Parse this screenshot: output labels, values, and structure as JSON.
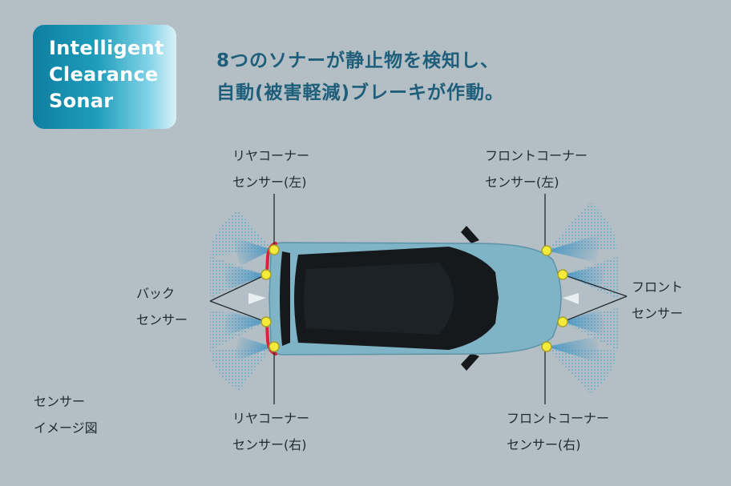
{
  "badge": {
    "line1": "Intelligent",
    "line2": "Clearance",
    "line3": "Sonar"
  },
  "headline": {
    "line1": "8つのソナーが静止物を検知し、",
    "line2": "自動(被害軽減)ブレーキが作動。"
  },
  "labels": {
    "rear_corner_left": {
      "line1": "リヤコーナー",
      "line2": "センサー(左)"
    },
    "front_corner_left": {
      "line1": "フロントコーナー",
      "line2": "センサー(左)"
    },
    "back_sensor": {
      "line1": "バック",
      "line2": "センサー"
    },
    "front_sensor": {
      "line1": "フロント",
      "line2": "センサー"
    },
    "rear_corner_right": {
      "line1": "リヤコーナー",
      "line2": "センサー(右)"
    },
    "front_corner_right": {
      "line1": "フロントコーナー",
      "line2": "センサー(右)"
    },
    "legend": {
      "line1": "センサー",
      "line2": "イメージ図"
    }
  },
  "colors": {
    "background": "#b3bfc5",
    "car_body": "#7fb4c7",
    "car_glass": "#15191c",
    "sensor": "#f3ea3a",
    "sensor_wave": "#4fa3cf",
    "brake_highlight": "#d8233a",
    "headline": "#1e5e7a"
  }
}
